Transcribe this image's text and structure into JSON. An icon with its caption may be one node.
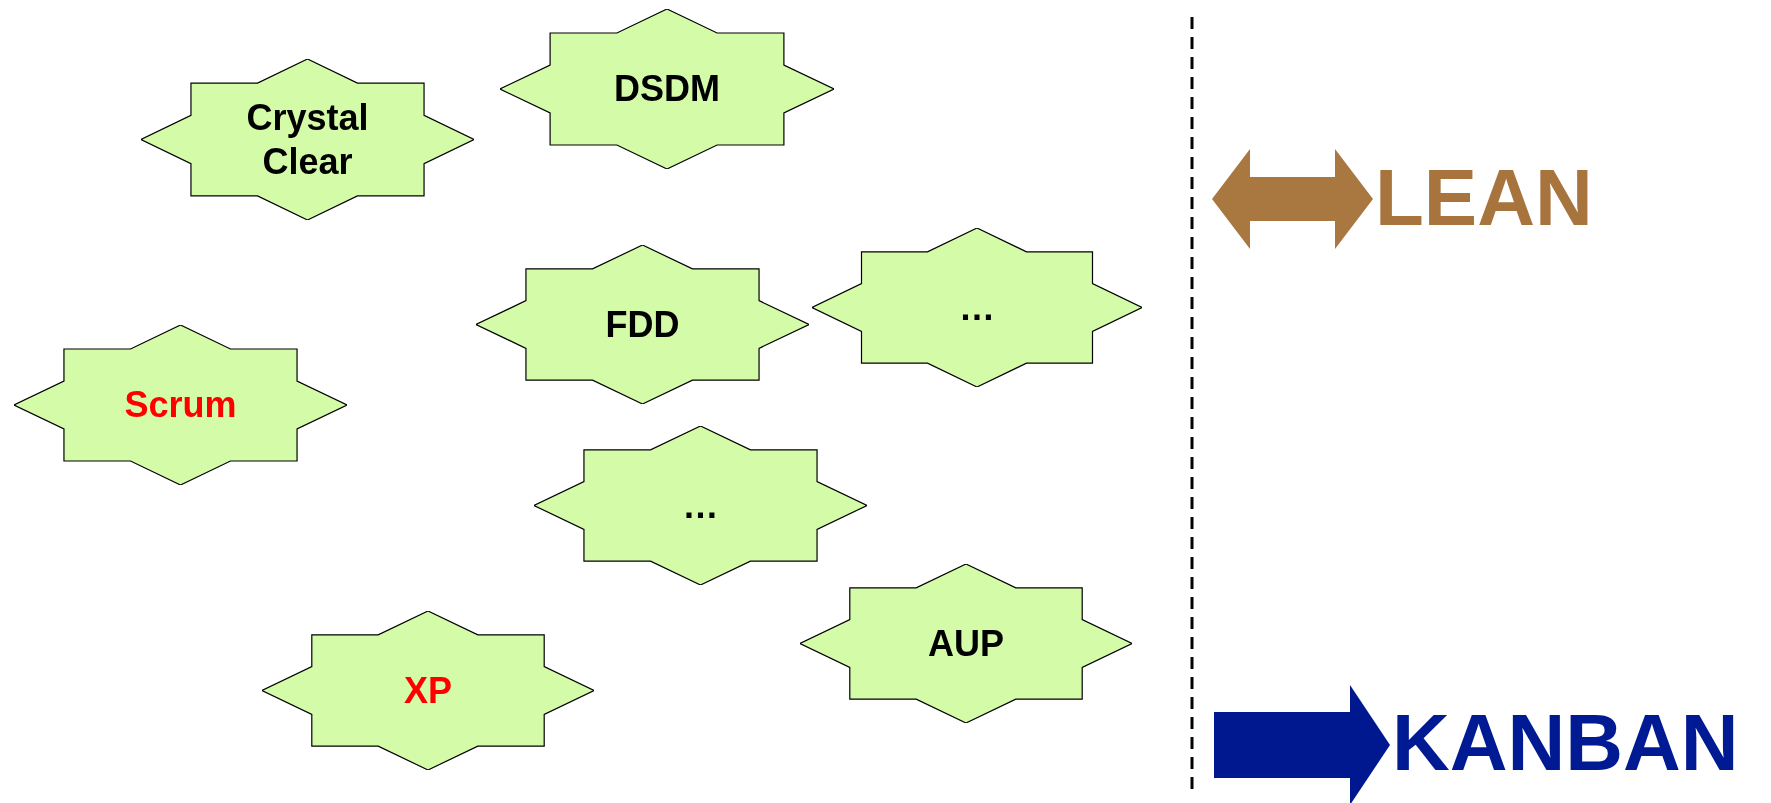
{
  "diagram": {
    "nodes": [
      {
        "text": [
          "DSDM"
        ]
      },
      {
        "text": [
          "Crystal Clear"
        ]
      },
      {
        "text": [
          "…"
        ]
      },
      {
        "text": [
          "FDD"
        ]
      },
      {
        "text": [
          "Scrum"
        ]
      },
      {
        "text": [
          "…"
        ]
      },
      {
        "text": [
          "AUP"
        ]
      },
      {
        "text": [
          "XP"
        ]
      },
      {
        "text": [
          "LEAN"
        ]
      },
      {
        "text": [
          "KANBAN"
        ]
      }
    ],
    "edges": [
      {
        "from": null,
        "to": 8,
        "arrow": "both",
        "style": "thick",
        "color": "#a87840"
      },
      {
        "from": null,
        "to": 9,
        "arrow": "to",
        "style": "thick",
        "color": "#00188f"
      }
    ]
  }
}
